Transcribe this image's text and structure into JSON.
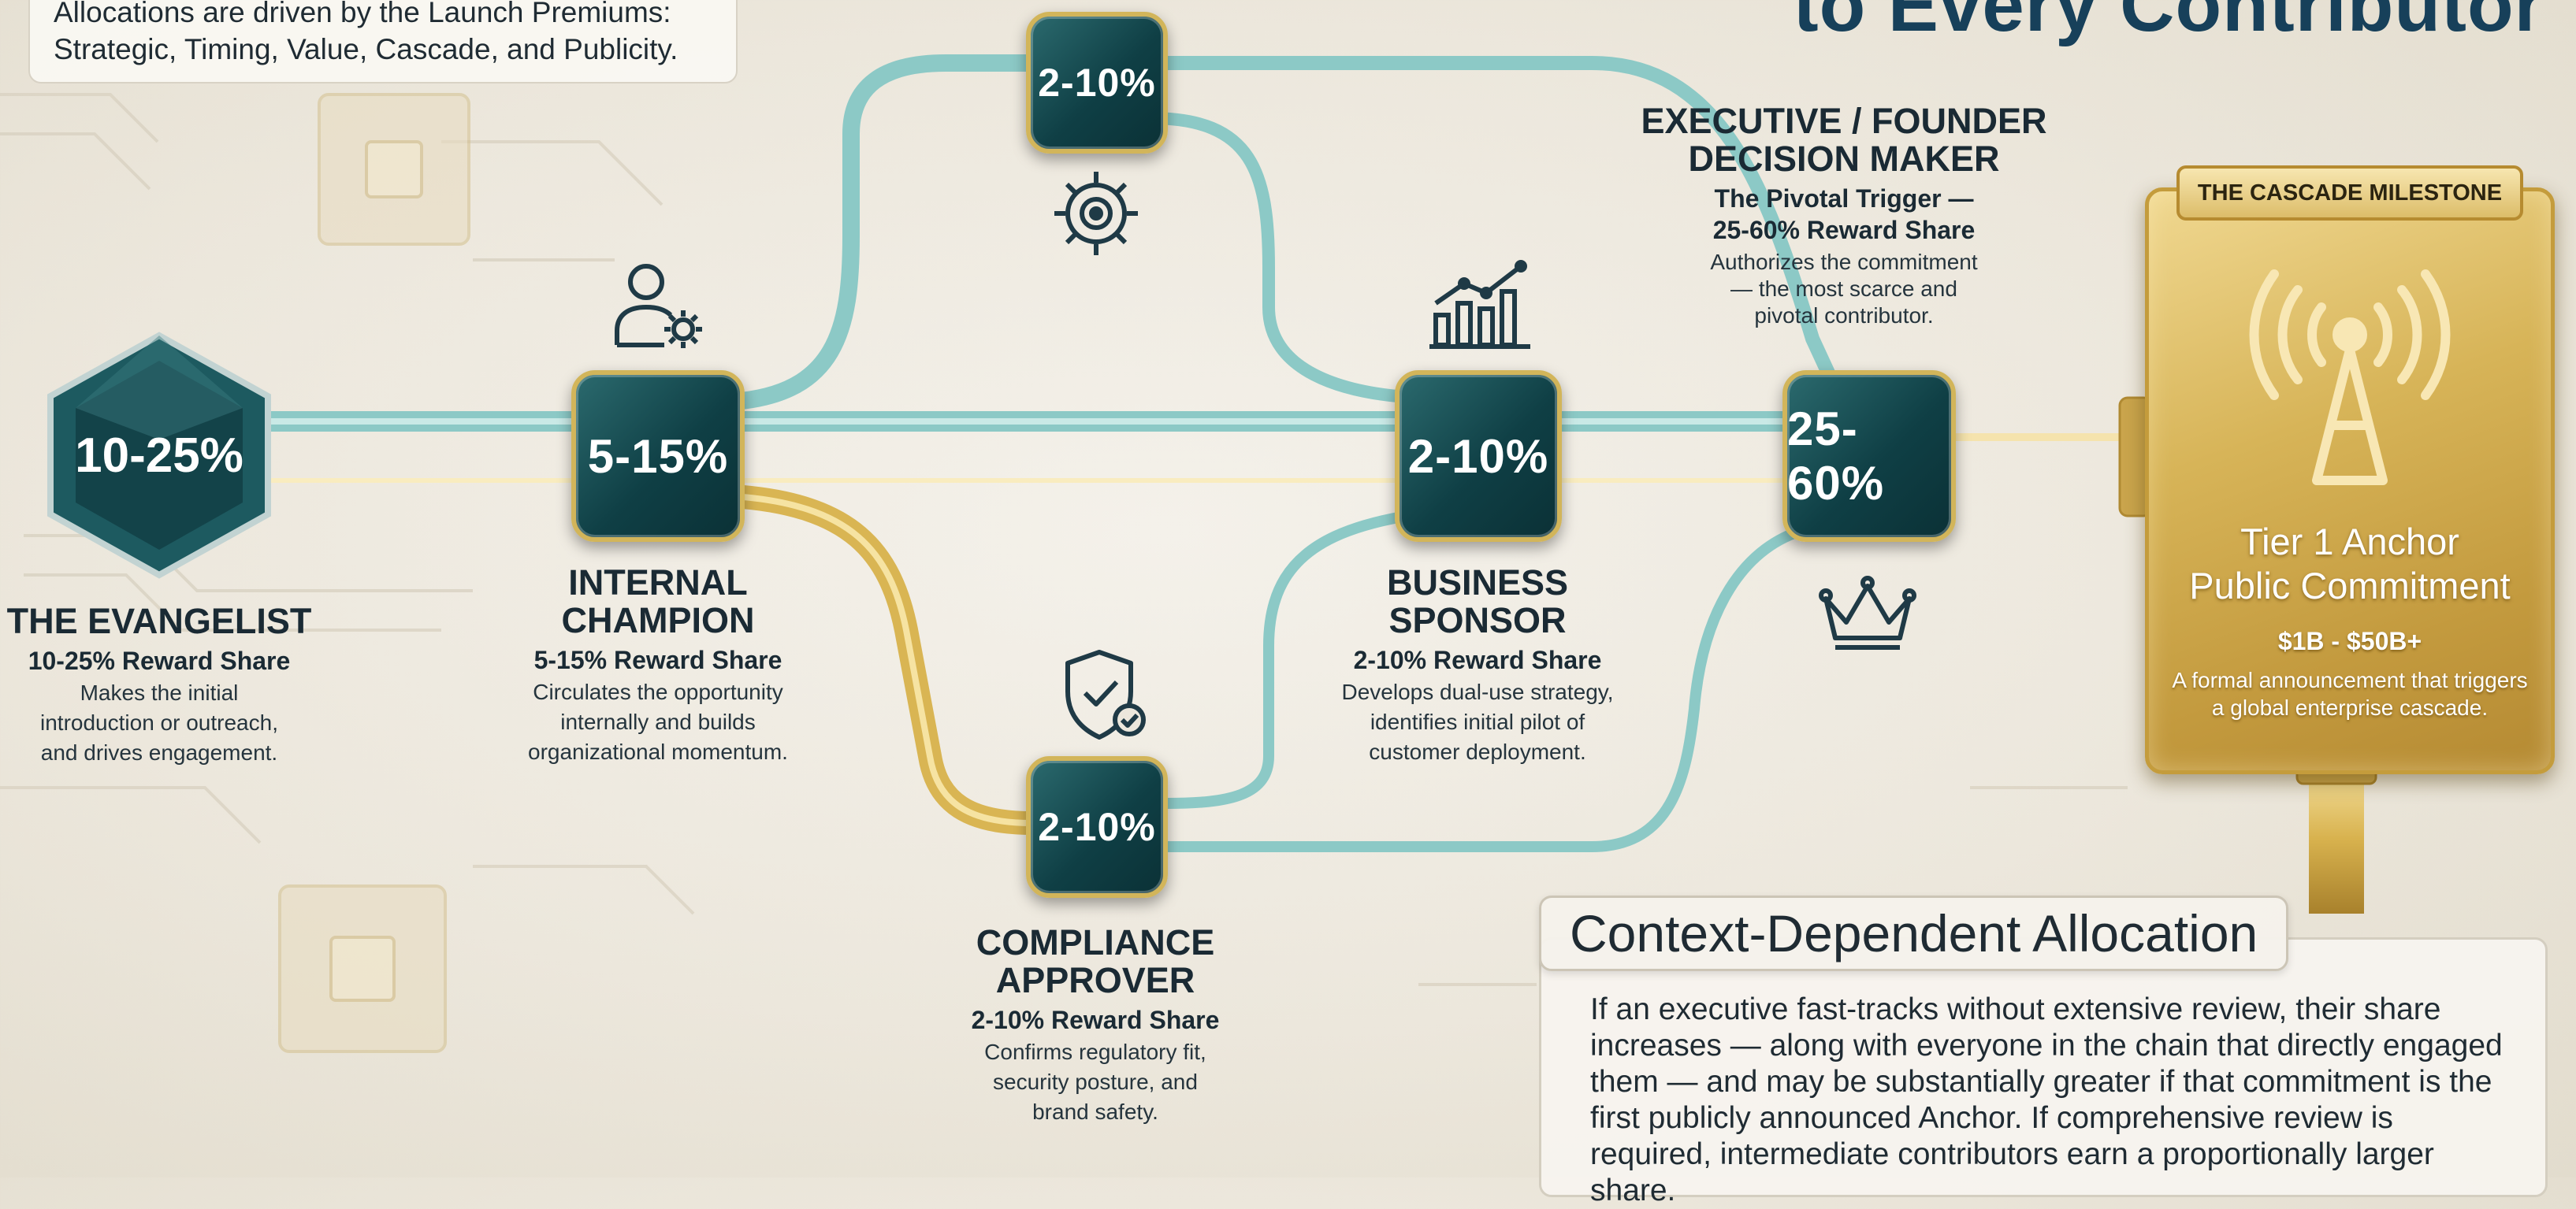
{
  "intro_note": {
    "line1": "Allocations are driven by the Launch Premiums:",
    "line2": "Strategic, Timing, Value, Cascade, and Publicity."
  },
  "page_title_fragment": "to Every Contributor",
  "nodes": {
    "evangelist": {
      "percent": "10-25%",
      "title": "THE EVANGELIST",
      "share": "10-25% Reward Share",
      "desc": [
        "Makes the initial",
        "introduction or outreach,",
        "and drives engagement."
      ]
    },
    "champion": {
      "percent": "5-15%",
      "title": [
        "INTERNAL",
        "CHAMPION"
      ],
      "share": "5-15% Reward Share",
      "desc": [
        "Circulates the opportunity",
        "internally and builds",
        "organizational momentum."
      ]
    },
    "top_branch": {
      "percent": "2-10%"
    },
    "sponsor": {
      "percent": "2-10%",
      "title": [
        "BUSINESS",
        "SPONSOR"
      ],
      "share": "2-10% Reward Share",
      "desc": [
        "Develops dual-use strategy,",
        "identifies initial pilot of",
        "customer deployment."
      ]
    },
    "compliance": {
      "percent": "2-10%",
      "title": [
        "COMPLIANCE",
        "APPROVER"
      ],
      "share": "2-10% Reward Share",
      "desc": [
        "Confirms regulatory fit,",
        "security posture, and",
        "brand safety."
      ]
    },
    "executive": {
      "percent": "25-60%",
      "title": [
        "EXECUTIVE / FOUNDER",
        "DECISION MAKER"
      ],
      "share": [
        "The Pivotal Trigger —",
        "25-60% Reward Share"
      ],
      "desc": [
        "Authorizes the commitment",
        "— the most scarce and",
        "pivotal contributor."
      ]
    }
  },
  "milestone": {
    "tab": "THE CASCADE MILESTONE",
    "title": [
      "Tier 1 Anchor",
      "Public Commitment"
    ],
    "range": "$1B - $50B+",
    "desc": [
      "A formal announcement that triggers",
      "a global enterprise cascade."
    ]
  },
  "context": {
    "heading": "Context-Dependent Allocation",
    "body": "If an executive fast-tracks without extensive review, their share increases — along with everyone in the chain that directly engaged them — and may be substantially greater if that commitment is the first publicly announced Anchor. If comprehensive review is required, intermediate contributors earn a proportionally larger share."
  },
  "icons": [
    "user-gear-icon",
    "gear-target-icon",
    "growth-chart-icon",
    "shield-check-icon",
    "crown-icon",
    "broadcast-tower-icon"
  ],
  "colors": {
    "teal_pipe": "#8cc9c6",
    "gold_pipe": "#d9b553",
    "node_fill": "#0f3f45",
    "node_border": "#d2b55a",
    "title_blue": "#17405a",
    "gold_panel": "#d7b458"
  }
}
